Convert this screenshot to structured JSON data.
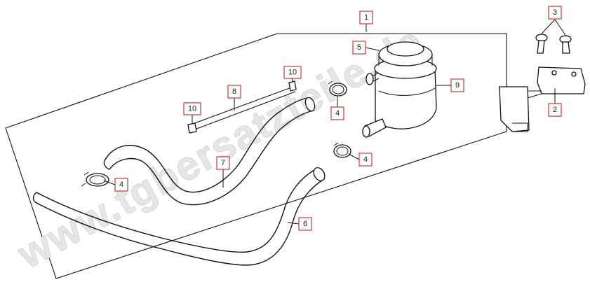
{
  "watermark": "www.tgbersatzteile.de",
  "callouts": [
    {
      "id": "c1",
      "label": "1"
    },
    {
      "id": "c2",
      "label": "2"
    },
    {
      "id": "c3",
      "label": "3"
    },
    {
      "id": "c4a",
      "label": "4"
    },
    {
      "id": "c4b",
      "label": "4"
    },
    {
      "id": "c4c",
      "label": "4"
    },
    {
      "id": "c5",
      "label": "5"
    },
    {
      "id": "c6",
      "label": "6"
    },
    {
      "id": "c7",
      "label": "7"
    },
    {
      "id": "c8",
      "label": "8"
    },
    {
      "id": "c9",
      "label": "9"
    },
    {
      "id": "c10a",
      "label": "10"
    },
    {
      "id": "c10b",
      "label": "10"
    }
  ],
  "colors": {
    "callout_border": "#c0393b",
    "line": "#111111",
    "watermark": "#e6e6e6"
  }
}
